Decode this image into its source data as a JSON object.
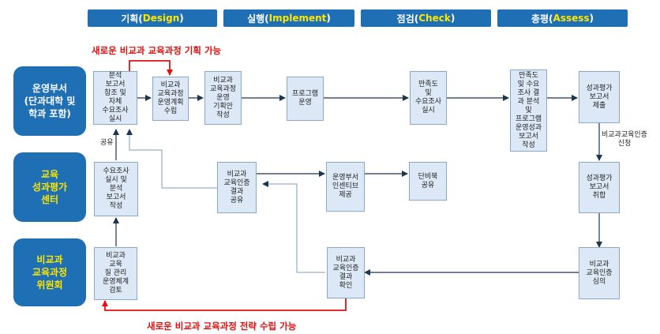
{
  "phases": [
    {
      "prefix": "기획(",
      "term": "Design",
      "suffix": ")"
    },
    {
      "prefix": "실행(",
      "term": "Implement",
      "suffix": ")"
    },
    {
      "prefix": "점검(",
      "term": "Check",
      "suffix": ")"
    },
    {
      "prefix": "총평(",
      "term": "Assess",
      "suffix": ")"
    }
  ],
  "actors": {
    "operations": "운영부서\n(단과대학 및\n학과 포함)",
    "center": "교육\n성과평가\n센터",
    "committee": "비교과\n교육과정\n위원회"
  },
  "boxes": {
    "analysis_report": "분석\n보고서\n참조 및\n자체\n수요조사\n실시",
    "plan": "비교과\n교육과정\n운영계획\n수립",
    "draft": "비교과\n교육과정\n운영\n기획안\n작성",
    "program": "프로그램\n운영",
    "satisfaction": "만족도\n및\n수요조사\n실시",
    "results_report": "만족도\n및 수요\n조사 결\n과 분석\n및\n프로그램\n운영성과\n보고서\n작성",
    "eval_submit": "성과평가\n보고서\n제출",
    "survey_report": "수요조사\n실시 및\n분석\n보고서\n작성",
    "cert_share": "비교과\n교육인증\n결과\n공유",
    "incentive": "운영부서\n인센티브\n제공",
    "share": "단비북\n공유",
    "eval_collect": "성과평가\n보고서\n취합",
    "quality_review": "비교과\n교육\n질 관리\n운영체계\n검토",
    "cert_confirm": "비교과\n교육인증\n결과\n확인",
    "cert_review": "비교과\n교육인증\n심의"
  },
  "notes": {
    "share_label": "공유",
    "apply_label": "비교과교육인증\n신청",
    "new_plan": "새로운 비교과 교육과정 기획 가능",
    "new_strategy": "새로운 비교과 교육과정 전략 수립 가능"
  },
  "colors": {
    "header_blue": "#1f6fb5",
    "highlight_yellow": "#ffe600",
    "box_fill": "#dce8f5",
    "dark_arrow": "#1b3553",
    "light_arrow": "#7f9cbb",
    "red": "#e01010"
  }
}
